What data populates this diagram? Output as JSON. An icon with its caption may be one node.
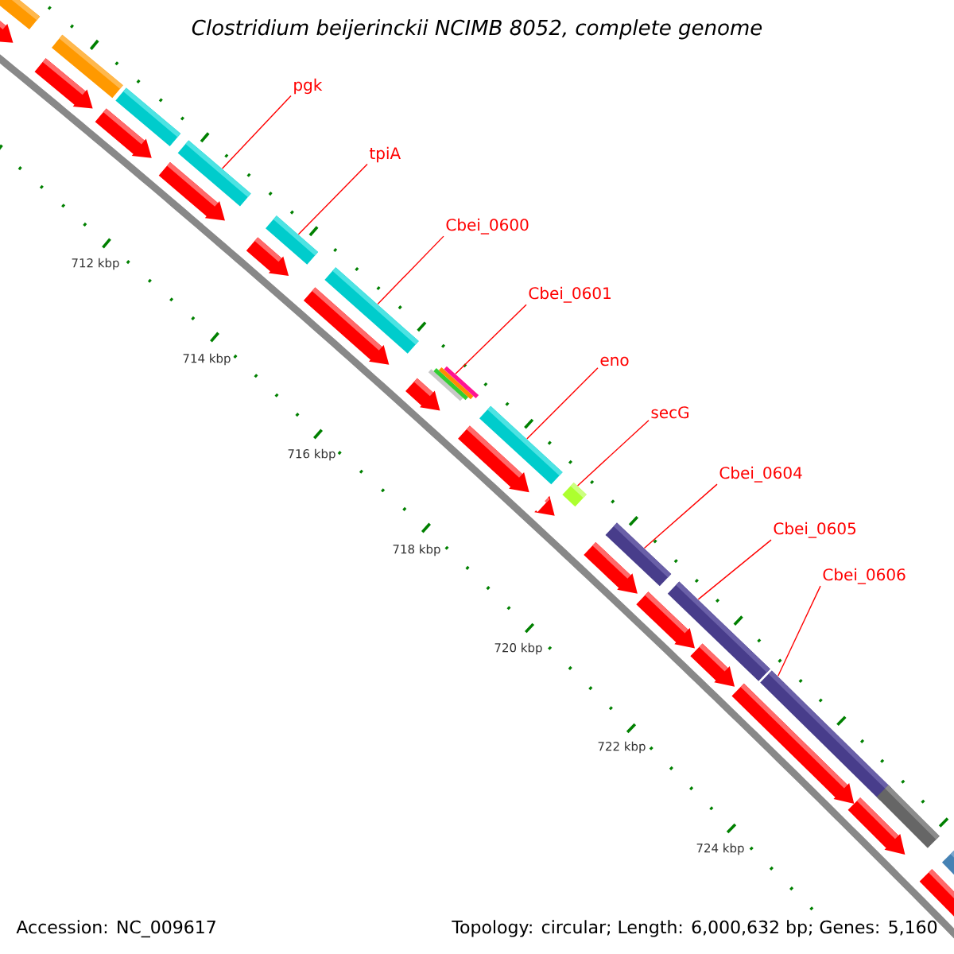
{
  "diagram": {
    "title": "Clostridium beijerinckii NCIMB 8052, complete genome",
    "nodes": [
      {
        "text": [
          "pgk"
        ]
      },
      {
        "text": [
          "tpiA"
        ]
      },
      {
        "text": [
          "Cbei_0600"
        ]
      },
      {
        "text": [
          "Cbei_0601"
        ]
      },
      {
        "text": [
          "eno"
        ]
      },
      {
        "text": [
          "secG"
        ]
      },
      {
        "text": [
          "Cbei_0604"
        ]
      },
      {
        "text": [
          "Cbei_0605"
        ]
      },
      {
        "text": [
          "Cbei_0606"
        ]
      },
      {
        "text": [],
        "shape": "bar"
      },
      {
        "text": [],
        "shape": "bar"
      },
      {
        "text": [],
        "shape": "bar"
      },
      {
        "text": [],
        "shape": "bar"
      },
      {
        "text": [],
        "shape": "bar"
      },
      {
        "text": [],
        "shape": "bar"
      },
      {
        "text": [],
        "shape": "bar"
      },
      {
        "text": [],
        "shape": "bar"
      },
      {
        "text": [],
        "shape": "bar"
      },
      {
        "text": [],
        "shape": "bar"
      },
      {
        "text": [],
        "shape": "bar"
      },
      {
        "text": [],
        "shape": "bar"
      },
      {
        "text": [],
        "shape": "bar"
      },
      {
        "text": [],
        "shape": "bar"
      },
      {
        "text": [],
        "shape": "arrow"
      },
      {
        "text": [],
        "shape": "arrow"
      },
      {
        "text": [],
        "shape": "arrow"
      },
      {
        "text": [],
        "shape": "arrow"
      },
      {
        "text": [],
        "shape": "arrow"
      },
      {
        "text": [],
        "shape": "arrow"
      },
      {
        "text": [],
        "shape": "arrow"
      },
      {
        "text": [],
        "shape": "arrow"
      },
      {
        "text": [],
        "shape": "arrow"
      },
      {
        "text": [],
        "shape": "arrow"
      },
      {
        "text": [],
        "shape": "arrow"
      },
      {
        "text": [],
        "shape": "arrow"
      },
      {
        "text": [],
        "shape": "arrow"
      },
      {
        "text": [],
        "shape": "arrow"
      },
      {
        "text": [],
        "shape": "arrow"
      }
    ],
    "edges": [
      {
        "from": 0,
        "to": 12,
        "arrow": "none"
      },
      {
        "from": 1,
        "to": 13,
        "arrow": "none"
      },
      {
        "from": 2,
        "to": 14,
        "arrow": "none"
      },
      {
        "from": 3,
        "to": 15,
        "arrow": "none"
      },
      {
        "from": 4,
        "to": 16,
        "arrow": "none"
      },
      {
        "from": 5,
        "to": 17,
        "arrow": "none"
      },
      {
        "from": 6,
        "to": 18,
        "arrow": "none"
      },
      {
        "from": 7,
        "to": 19,
        "arrow": "none"
      },
      {
        "from": 8,
        "to": 20,
        "arrow": "none"
      }
    ],
    "labels": [
      "712 kbp",
      "714 kbp",
      "716 kbp",
      "718 kbp",
      "720 kbp",
      "722 kbp",
      "724 kbp",
      "Accession: NC_009617",
      "Topology: circular; Length: 6,000,632 bp; Genes: 5,160"
    ]
  }
}
